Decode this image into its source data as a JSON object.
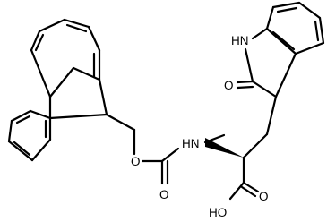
{
  "labels": {
    "nh_ring": "HN",
    "o_lactam": "O",
    "nh_amide": "HN",
    "o_ester": "O",
    "o_carbamate": "O",
    "o_acid": "O",
    "oh_acid": "HO"
  },
  "colors": {
    "bond": "#000000",
    "text": "#000000",
    "background": "#ffffff"
  }
}
